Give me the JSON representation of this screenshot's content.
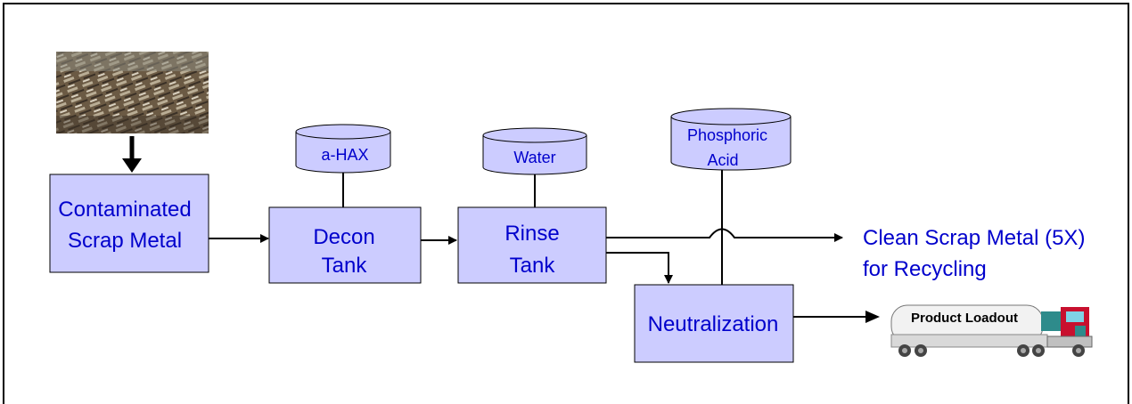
{
  "colors": {
    "box_fill": "#ccccff",
    "box_stroke": "#000000",
    "label_text": "#0000cc",
    "line": "#000000"
  },
  "images": {
    "scrap_pile": "photo-of-scrap-metal-pile",
    "truck": "tanker-truck-icon"
  },
  "boxes": {
    "contaminated": {
      "line1": "Contaminated",
      "line2": "Scrap Metal"
    },
    "decon": {
      "line1": "Decon",
      "line2": "Tank"
    },
    "rinse": {
      "line1": "Rinse",
      "line2": "Tank"
    },
    "neutralization": {
      "label": "Neutralization"
    }
  },
  "tanks": {
    "ahax": {
      "label": "a-HAX"
    },
    "water": {
      "label": "Water"
    },
    "phosphoric": {
      "line1": "Phosphoric",
      "line2": "Acid"
    }
  },
  "outputs": {
    "clean_scrap": {
      "line1": "Clean Scrap Metal (5X)",
      "line2": "for Recycling"
    },
    "product_loadout": "Product Loadout"
  }
}
